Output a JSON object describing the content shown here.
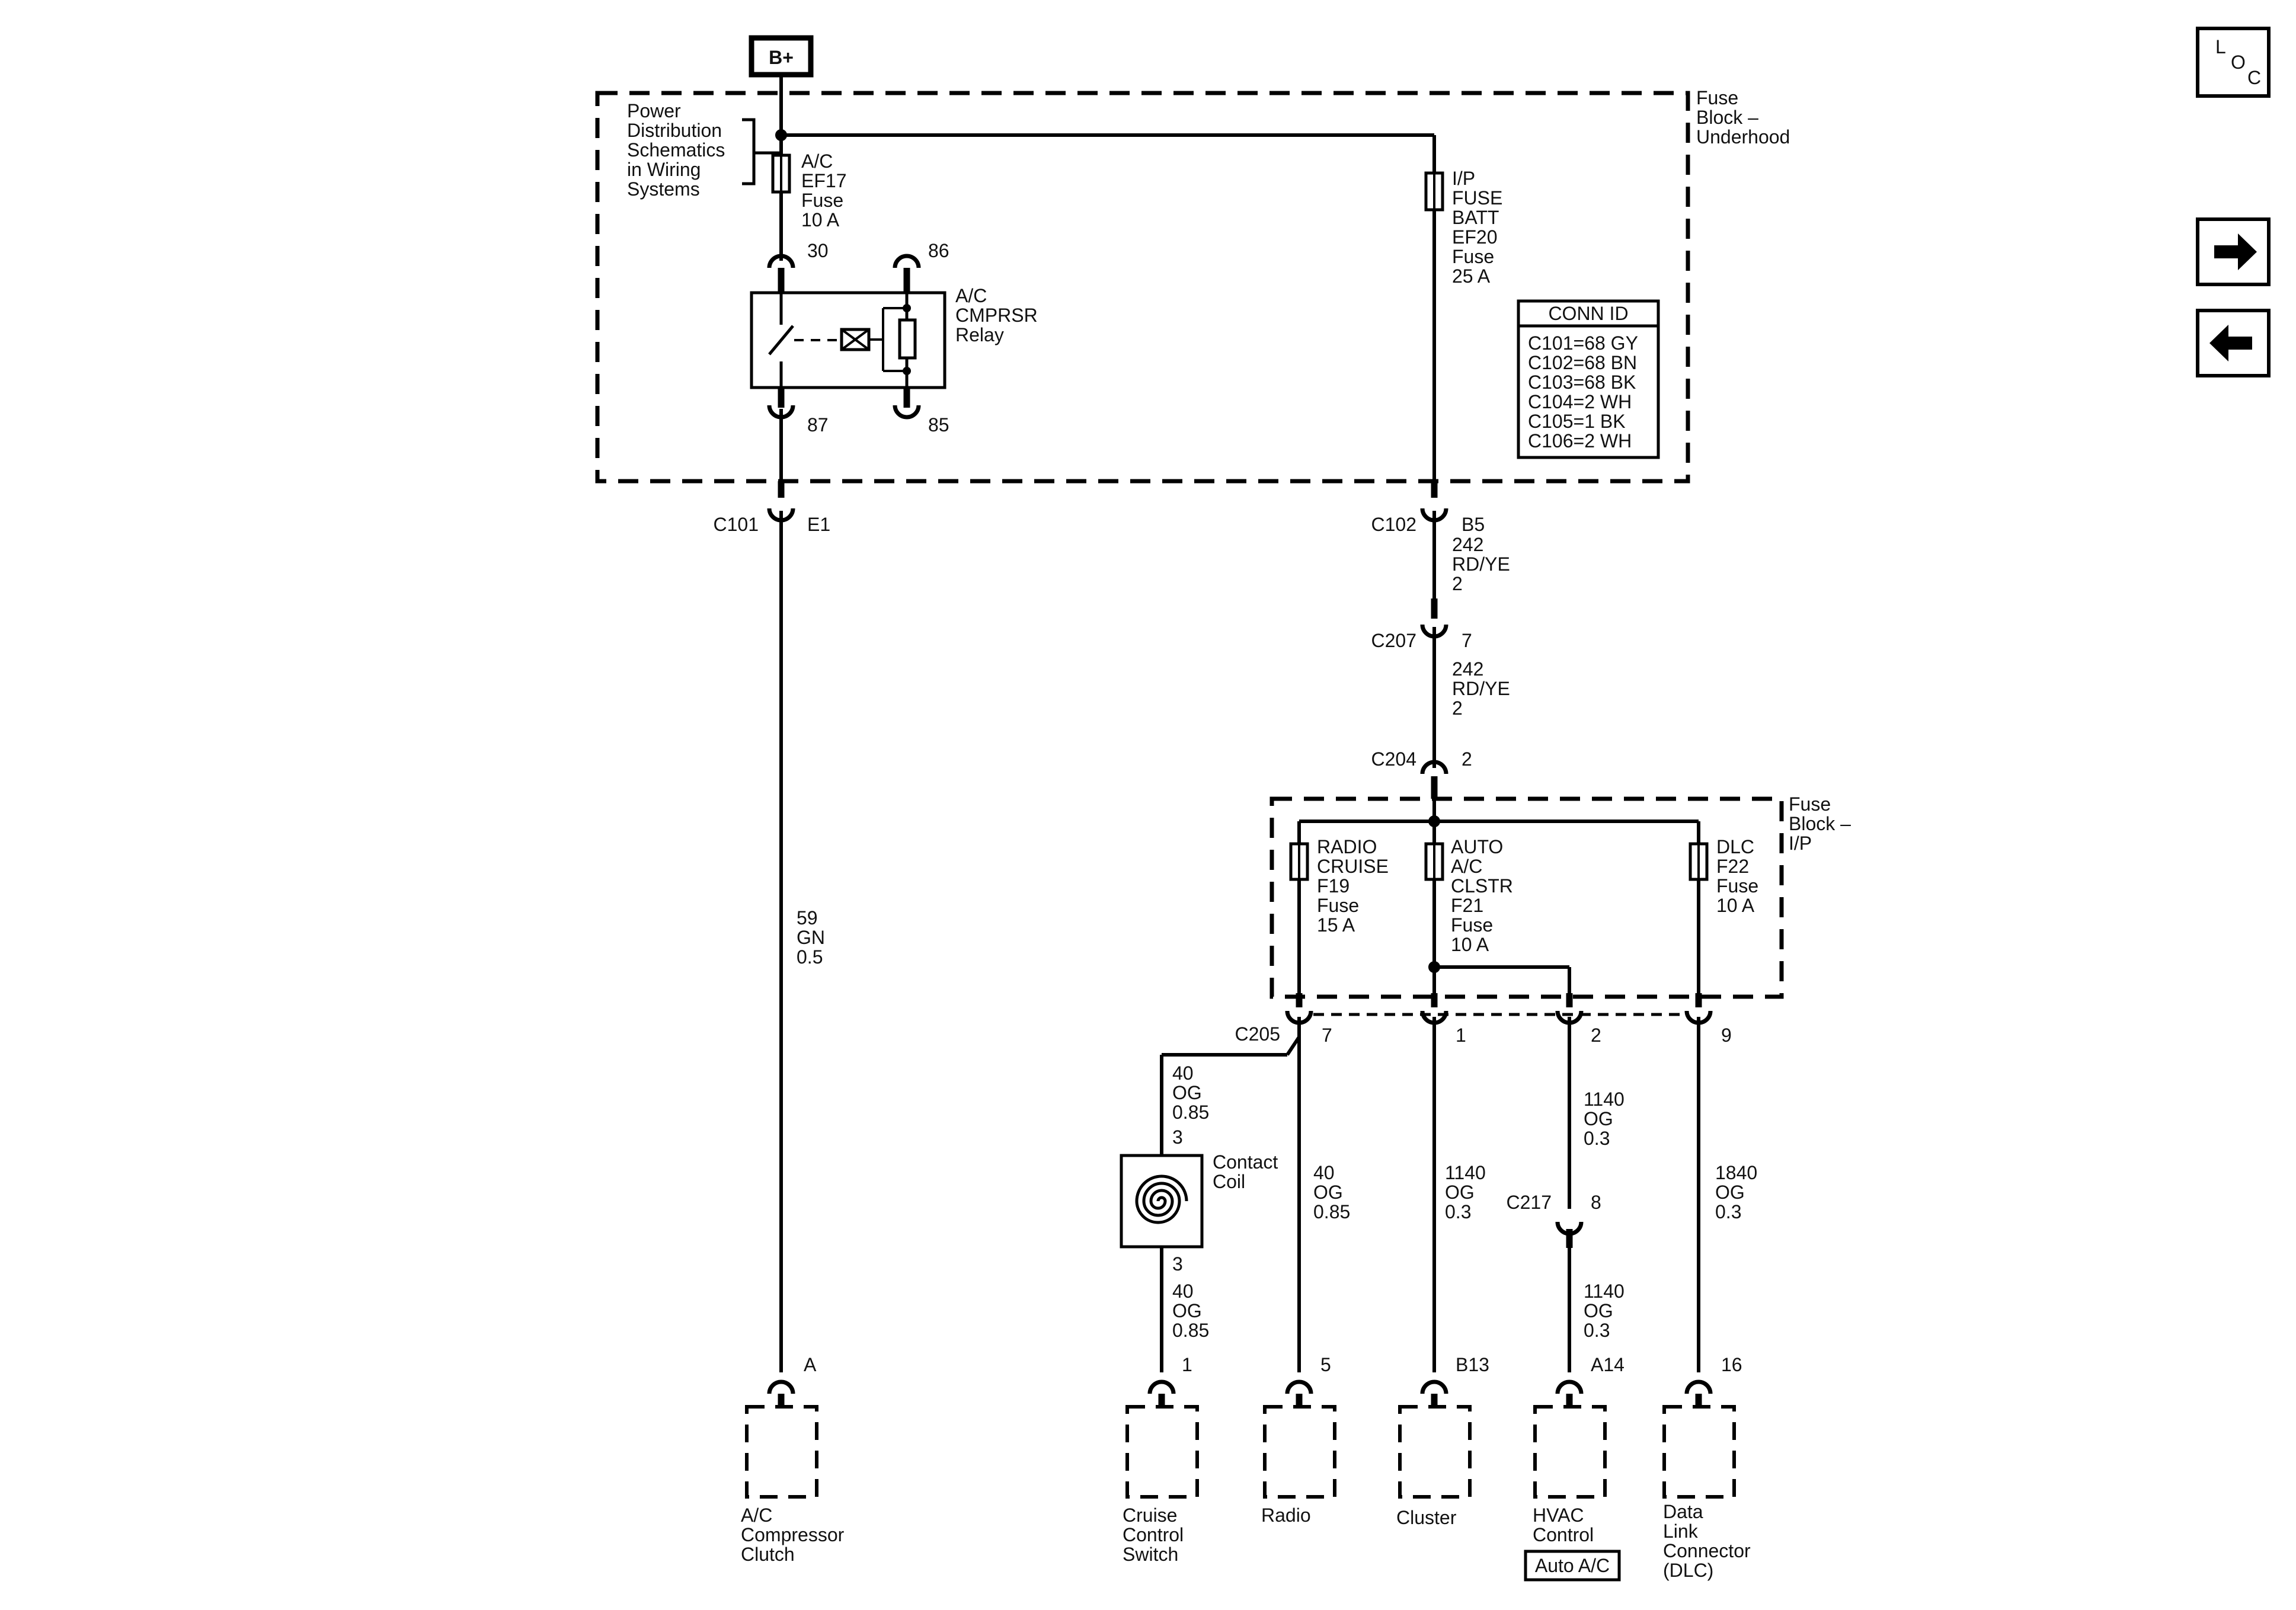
{
  "bplus": "B+",
  "fuse_block_underhood": [
    "Fuse",
    "Block –",
    "Underhood"
  ],
  "power_dist_note": [
    "Power",
    "Distribution",
    "Schematics",
    "in Wiring",
    "Systems"
  ],
  "fuse_ac": [
    "A/C",
    "EF17",
    "Fuse",
    "10 A"
  ],
  "fuse_ip": [
    "I/P",
    "FUSE",
    "BATT",
    "EF20",
    "Fuse",
    "25 A"
  ],
  "relay": {
    "label": [
      "A/C",
      "CMPRSR",
      "Relay"
    ],
    "pin30": "30",
    "pin86": "86",
    "pin87": "87",
    "pin85": "85"
  },
  "conn_id": {
    "title": "CONN ID",
    "rows": [
      "C101=68 GY",
      "C102=68 BN",
      "C103=68 BK",
      "C104=2 WH",
      "C105=1 BK",
      "C106=2 WH"
    ]
  },
  "connectors": {
    "c101": "C101",
    "c101_pin": "E1",
    "c102": "C102",
    "c102_pin": "B5",
    "c207": "C207",
    "c207_pin": "7",
    "c204": "C204",
    "c204_pin": "2",
    "c205": "C205",
    "c205_pins": [
      "7",
      "1",
      "2",
      "9"
    ],
    "c217": "C217",
    "c217_pin": "8"
  },
  "wires": {
    "w_242_a": [
      "242",
      "RD/YE",
      "2"
    ],
    "w_242_b": [
      "242",
      "RD/YE",
      "2"
    ],
    "w_59": [
      "59",
      "GN",
      "0.5"
    ],
    "w_40_a": [
      "40",
      "OG",
      "0.85"
    ],
    "w_40_b": [
      "40",
      "OG",
      "0.85"
    ],
    "w_40_c": [
      "40",
      "OG",
      "0.85"
    ],
    "w_1140_a": [
      "1140",
      "OG",
      "0.3"
    ],
    "w_1140_b": [
      "1140",
      "OG",
      "0.3"
    ],
    "w_1140_c": [
      "1140",
      "OG",
      "0.3"
    ],
    "w_1840": [
      "1840",
      "OG",
      "0.3"
    ]
  },
  "fuse_block_ip": [
    "Fuse",
    "Block –",
    "I/P"
  ],
  "fuse_radio": [
    "RADIO",
    "CRUISE",
    "F19",
    "Fuse",
    "15 A"
  ],
  "fuse_auto": [
    "AUTO",
    "A/C",
    "CLSTR",
    "F21",
    "Fuse",
    "10 A"
  ],
  "fuse_dlc": [
    "DLC",
    "F22",
    "Fuse",
    "10 A"
  ],
  "contact_coil": {
    "label": [
      "Contact",
      "Coil"
    ],
    "pin_top": "3",
    "pin_bottom": "3"
  },
  "components": [
    {
      "pin": "A",
      "label": [
        "A/C",
        "Compressor",
        "Clutch"
      ]
    },
    {
      "pin": "1",
      "label": [
        "Cruise",
        "Control",
        "Switch"
      ]
    },
    {
      "pin": "5",
      "label": [
        "Radio"
      ]
    },
    {
      "pin": "B13",
      "label": [
        "Cluster"
      ]
    },
    {
      "pin": "A14",
      "label": [
        "HVAC",
        "Control"
      ]
    },
    {
      "pin": "16",
      "label": [
        "Data",
        "Link",
        "Connector",
        "(DLC)"
      ]
    }
  ],
  "auto_ac_badge": "Auto A/C",
  "loc": {
    "l": "L",
    "o": "O",
    "c": "C"
  },
  "nav": {
    "next": "next-arrow-icon",
    "prev": "prev-arrow-icon"
  }
}
